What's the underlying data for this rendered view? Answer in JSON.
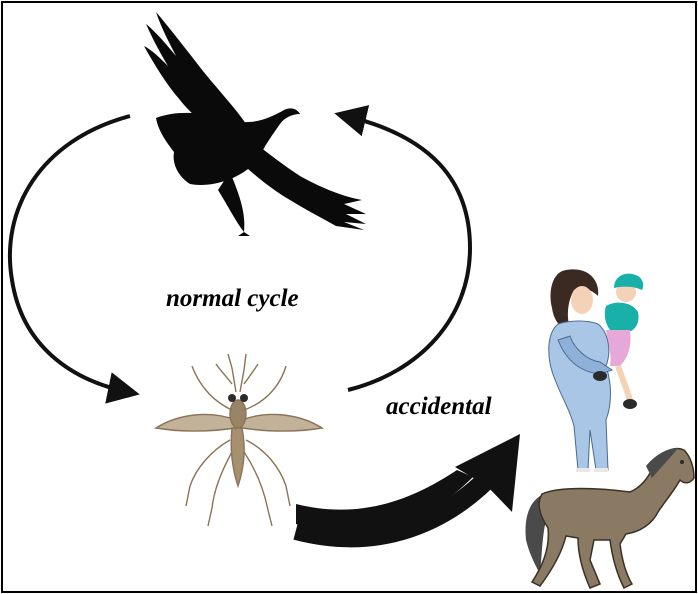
{
  "labels": {
    "normal_cycle": "normal cycle",
    "accidental": "accidental"
  },
  "icons": {
    "bird": "crow-silhouette",
    "mosquito": "mosquito",
    "humans": "woman-holding-child",
    "horse": "horse"
  },
  "colors": {
    "border": "#000000",
    "arrow": "#111111",
    "bird": "#0a0a0a",
    "horse_body": "#8b7a63",
    "horse_mane": "#4a4a4a",
    "woman_clothes": "#a9c6e6",
    "child_shirt": "#18b0a8",
    "child_pants": "#e6a8d6",
    "mosquito": "#9a8468"
  }
}
